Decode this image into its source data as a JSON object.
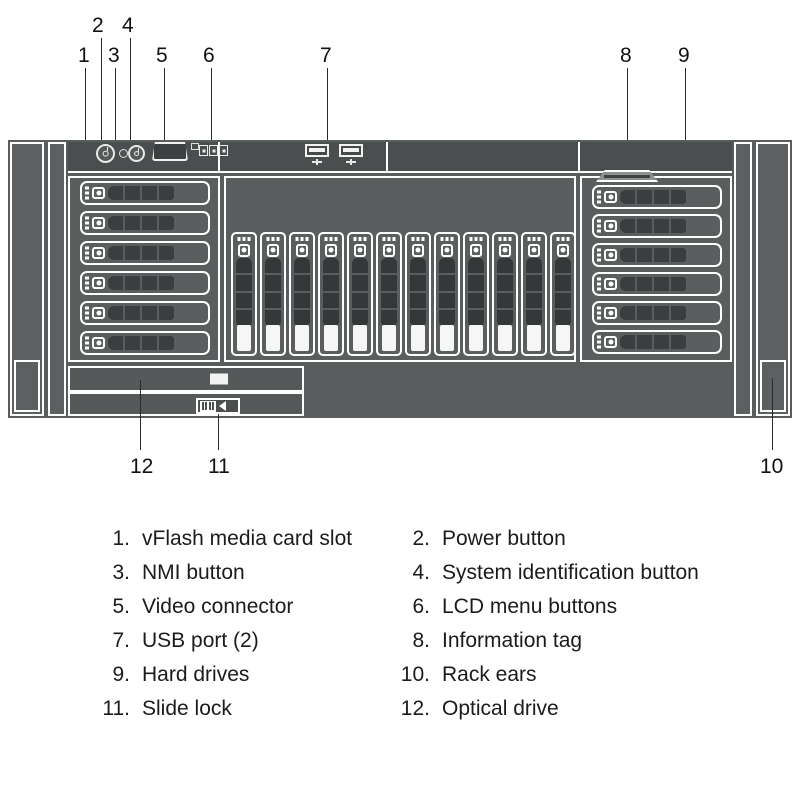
{
  "figure": {
    "title": "Dell rack server front panel",
    "colors": {
      "chassis": "#595d5e",
      "drive_body": "#3a3e3f",
      "outline": "#ffffff",
      "callout": "#111111",
      "release_tab": "#f4f4f4"
    }
  },
  "callouts": [
    {
      "id": "1",
      "label": "1"
    },
    {
      "id": "2",
      "label": "2"
    },
    {
      "id": "3",
      "label": "3"
    },
    {
      "id": "4",
      "label": "4"
    },
    {
      "id": "5",
      "label": "5"
    },
    {
      "id": "6",
      "label": "6"
    },
    {
      "id": "7",
      "label": "7"
    },
    {
      "id": "8",
      "label": "8"
    },
    {
      "id": "9",
      "label": "9"
    },
    {
      "id": "10",
      "label": "10"
    },
    {
      "id": "11",
      "label": "11"
    },
    {
      "id": "12",
      "label": "12"
    }
  ],
  "legend": [
    {
      "num": "1.",
      "text": "vFlash media card slot"
    },
    {
      "num": "2.",
      "text": "Power button"
    },
    {
      "num": "3.",
      "text": "NMI button"
    },
    {
      "num": "4.",
      "text": "System identification button"
    },
    {
      "num": "5.",
      "text": "Video connector"
    },
    {
      "num": "6.",
      "text": "LCD menu buttons"
    },
    {
      "num": "7.",
      "text": "USB port (2)"
    },
    {
      "num": "8.",
      "text": "Information tag"
    },
    {
      "num": "9.",
      "text": "Hard drives"
    },
    {
      "num": "10.",
      "text": "Rack ears"
    },
    {
      "num": "11.",
      "text": "Slide lock"
    },
    {
      "num": "12.",
      "text": "Optical drive"
    }
  ],
  "components": {
    "left_drive_count": 6,
    "right_drive_count": 6,
    "center_drive_count": 12,
    "usb_port_count": 2,
    "lcd_button_count": 3,
    "rack_ear_count": 2
  }
}
